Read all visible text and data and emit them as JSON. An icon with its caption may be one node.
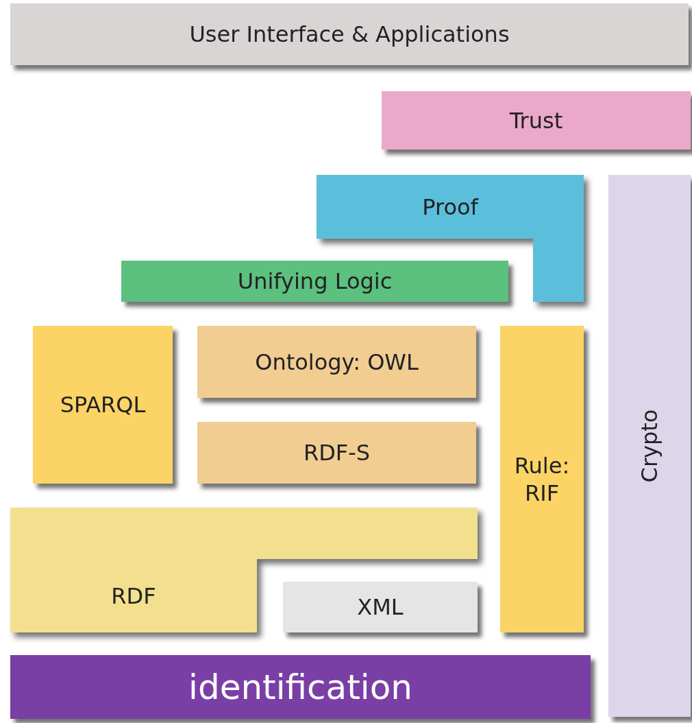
{
  "diagram": {
    "nodes": [
      {
        "text": [
          "User Interface & Applications"
        ]
      },
      {
        "text": [
          "Trust"
        ]
      },
      {
        "text": [
          "Proof"
        ]
      },
      {
        "text": [
          "Crypto"
        ]
      },
      {
        "text": [
          "Unifying Logic"
        ]
      },
      {
        "text": [
          "SPARQL"
        ]
      },
      {
        "text": [
          "Ontology: OWL"
        ]
      },
      {
        "text": [
          "RDF-S"
        ]
      },
      {
        "text": [
          "Rule: RIF"
        ]
      },
      {
        "text": [
          "RDF"
        ]
      },
      {
        "text": [
          "XML"
        ]
      },
      {
        "text": [
          "identification"
        ]
      }
    ]
  }
}
